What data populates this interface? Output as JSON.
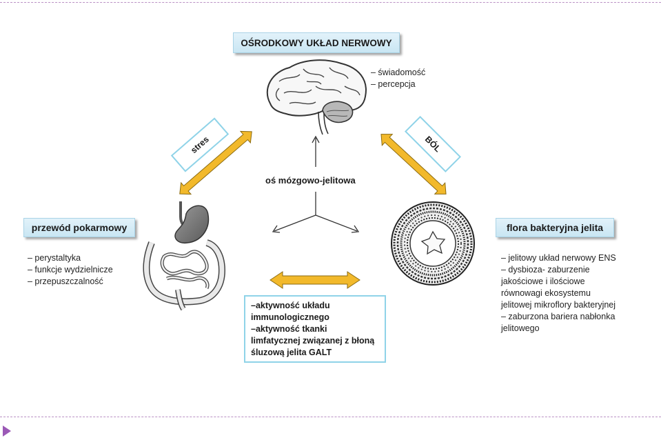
{
  "cns": {
    "title": "OŚRODKOWY UKŁAD NERWOWY",
    "items": [
      "– świadomość",
      "– percepcja"
    ]
  },
  "gut": {
    "title": "przewód pokarmowy",
    "items": [
      "– perystaltyka",
      "– funkcje wydzielnicze",
      "– przepuszczalność"
    ]
  },
  "flora": {
    "title": "flora bakteryjna jelita",
    "items": [
      "– jelitowy układ nerwowy ENS",
      "– dysbioza- zaburzenie",
      "jakościowe i ilościowe",
      "równowagi ekosystemu",
      "jelitowej mikroflory bakteryjnej",
      "– zaburzona bariera nabłonka",
      "jelitowego"
    ]
  },
  "labels": {
    "stress": "stres",
    "pain": "BÓL",
    "axis": "oś mózgowo-jelitowa"
  },
  "immune": {
    "lines": [
      "–aktywność układu",
      "immunologicznego",
      "–aktywność tkanki",
      "limfatycznej związanej z błoną",
      "śluzową jelita GALT"
    ]
  },
  "colors": {
    "arrow": "#f2b92b",
    "arrow_stroke": "#8a6a10",
    "box_border": "#8fd3e8",
    "title_fill": "#d3ebf6",
    "dash": "#b98fc4",
    "play": "#9b59b6"
  },
  "icons": [
    "brain-icon",
    "digestive-tract-icon",
    "intestine-cross-section-icon",
    "play-icon"
  ]
}
